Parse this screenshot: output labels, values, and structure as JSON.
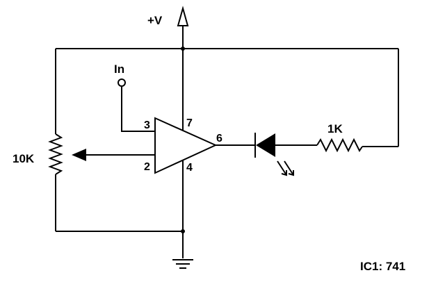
{
  "labels": {
    "supply": "+V",
    "input": "In",
    "pot_value": "10K",
    "resistor_value": "1K",
    "ic_label": "IC1: 741",
    "pin_3": "3",
    "pin_2": "2",
    "pin_7": "7",
    "pin_4": "4",
    "pin_6": "6"
  },
  "components": {
    "op_amp": "op-amp-triangle",
    "potentiometer": "variable-resistor",
    "resistor": "fixed-resistor",
    "led": "light-emitting-diode",
    "ground": "ground-symbol",
    "supply": "supply-arrow"
  },
  "colors": {
    "ink": "#000000",
    "background": "#ffffff"
  }
}
